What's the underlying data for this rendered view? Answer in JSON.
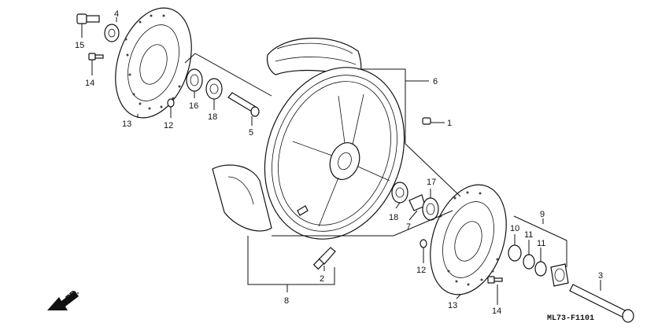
{
  "diagram": {
    "direction_label": "FR.",
    "diagram_code": "ML73-F1101",
    "callouts": [
      {
        "id": "c1",
        "text": "1"
      },
      {
        "id": "c2",
        "text": "2"
      },
      {
        "id": "c3",
        "text": "3"
      },
      {
        "id": "c4",
        "text": "4"
      },
      {
        "id": "c5",
        "text": "5"
      },
      {
        "id": "c6",
        "text": "6"
      },
      {
        "id": "c7",
        "text": "7"
      },
      {
        "id": "c8",
        "text": "8"
      },
      {
        "id": "c9",
        "text": "9"
      },
      {
        "id": "c10",
        "text": "10"
      },
      {
        "id": "c11a",
        "text": "11"
      },
      {
        "id": "c11b",
        "text": "11"
      },
      {
        "id": "c12a",
        "text": "12"
      },
      {
        "id": "c12b",
        "text": "12"
      },
      {
        "id": "c13a",
        "text": "13"
      },
      {
        "id": "c13b",
        "text": "13"
      },
      {
        "id": "c14a",
        "text": "14"
      },
      {
        "id": "c14b",
        "text": "14"
      },
      {
        "id": "c15",
        "text": "15"
      },
      {
        "id": "c16",
        "text": "16"
      },
      {
        "id": "c17",
        "text": "17"
      },
      {
        "id": "c18a",
        "text": "18"
      },
      {
        "id": "c18b",
        "text": "18"
      }
    ]
  }
}
